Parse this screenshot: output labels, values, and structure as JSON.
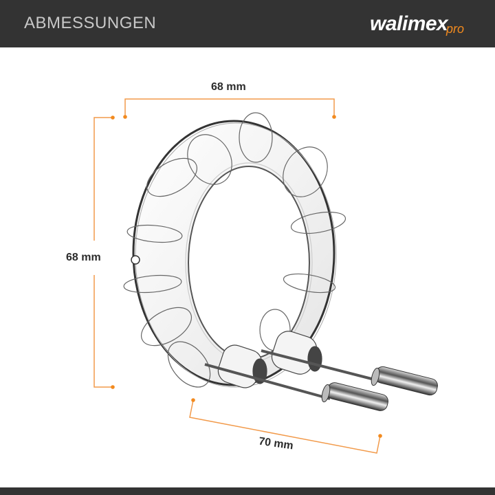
{
  "header": {
    "title": "ABMESSUNGEN",
    "brand": {
      "main": "walimex",
      "suffix": "pro"
    }
  },
  "colors": {
    "header_bg": "#333333",
    "accent": "#f28a1e",
    "dimension_line": "#f29a4a",
    "label_text": "#2b2b2b"
  },
  "dimensions": {
    "width": {
      "label": "68 mm",
      "value": 68,
      "unit": "mm"
    },
    "height": {
      "label": "68 mm",
      "value": 68,
      "unit": "mm"
    },
    "depth": {
      "label": "70 mm",
      "value": 70,
      "unit": "mm"
    }
  },
  "product": {
    "name": "ring-flash-tube",
    "icon": "flash-tube-illustration"
  }
}
